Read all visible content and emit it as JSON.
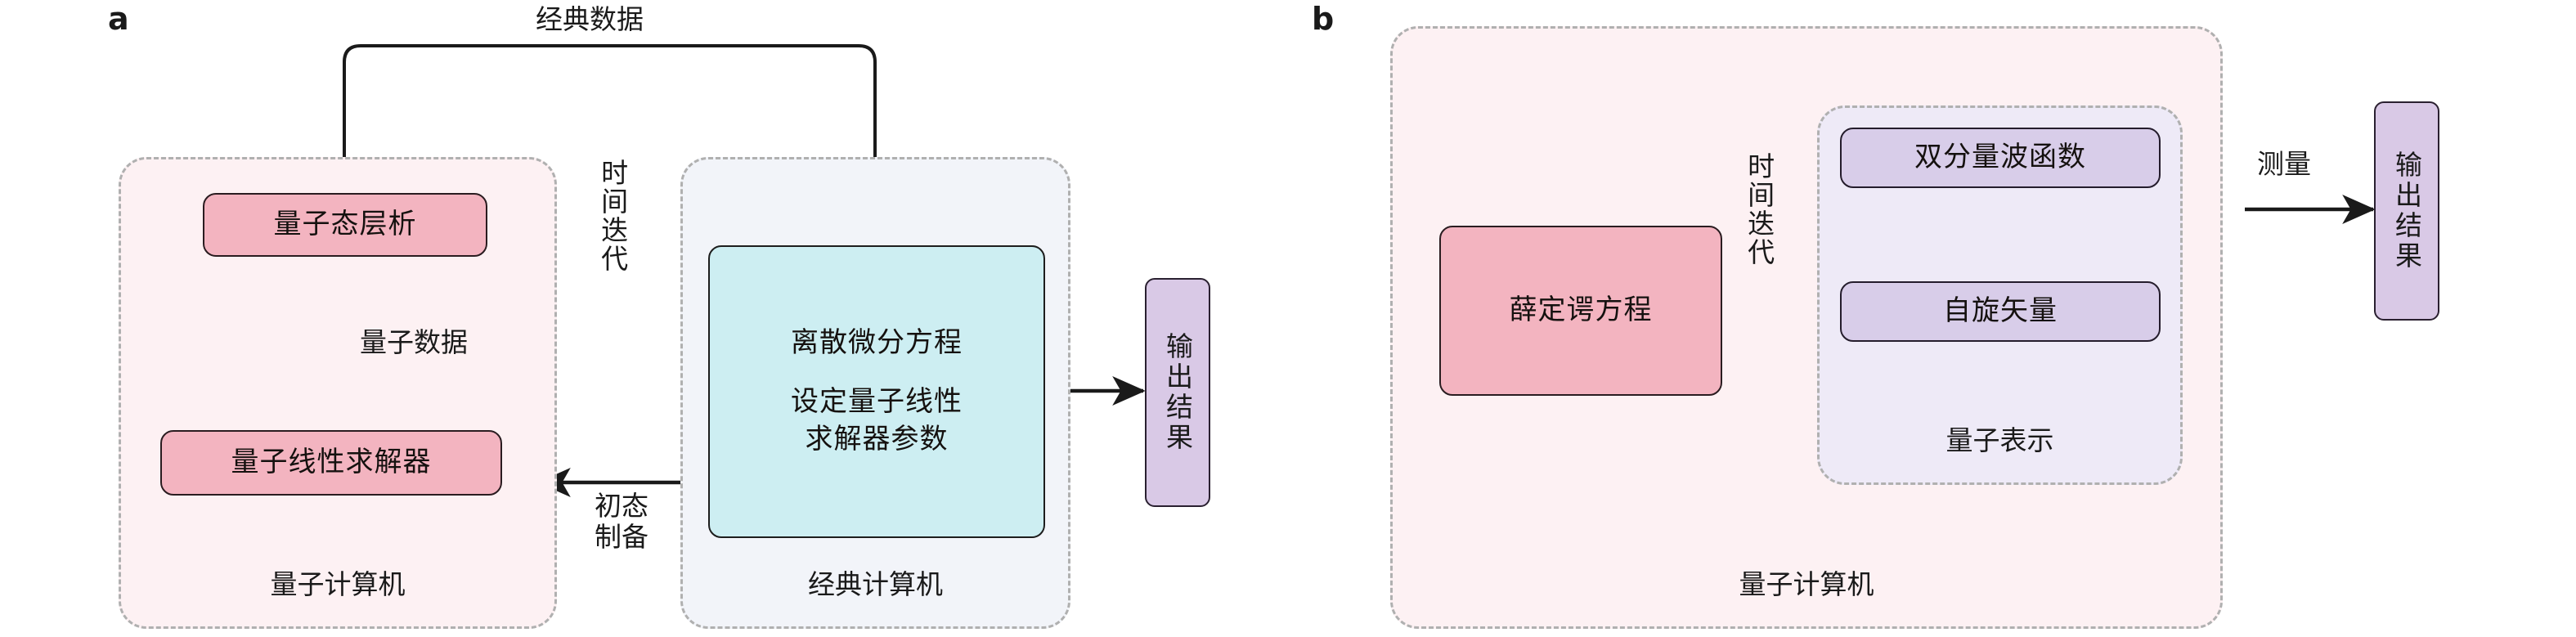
{
  "figure": {
    "panels": [
      {
        "letter": "a",
        "containers": [
          {
            "name": "quantum-computer",
            "label": "量子计算机"
          },
          {
            "name": "classical-computer",
            "label": "经典计算机"
          }
        ],
        "nodes": [
          {
            "name": "quantum-state-tomography",
            "label": "量子态层析",
            "color": "#f3b4c0"
          },
          {
            "name": "quantum-linear-solver",
            "label": "量子线性求解器",
            "color": "#f3b4c0"
          },
          {
            "name": "discretize-and-configure",
            "line1": "离散微分方程",
            "line2": "设定量子线性",
            "line3": "求解器参数",
            "color": "#cdeef2"
          },
          {
            "name": "output-result",
            "label": "输出结果",
            "color": "#d9c9e6"
          }
        ],
        "edge_labels": [
          {
            "name": "classical-data",
            "text": "经典数据"
          },
          {
            "name": "quantum-data",
            "text": "量子数据"
          },
          {
            "name": "time-iteration",
            "text": "时间迭代"
          },
          {
            "name": "initial-state-preparation",
            "line1": "初态",
            "line2": "制备"
          }
        ]
      },
      {
        "letter": "b",
        "containers": [
          {
            "name": "quantum-computer",
            "label": "量子计算机"
          },
          {
            "name": "quantum-representation",
            "label": "量子表示"
          }
        ],
        "nodes": [
          {
            "name": "schrodinger-equation",
            "label": "薛定谔方程",
            "color": "#f3b4c0"
          },
          {
            "name": "two-component-wavefunction",
            "label": "双分量波函数",
            "color": "#d8cde9"
          },
          {
            "name": "spin-vector",
            "label": "自旋矢量",
            "color": "#d8cde9"
          },
          {
            "name": "output-result",
            "label": "输出结果",
            "color": "#d9c9e6"
          }
        ],
        "edge_labels": [
          {
            "name": "time-iteration",
            "text": "时间迭代"
          },
          {
            "name": "measurement",
            "text": "测量"
          }
        ]
      }
    ],
    "colors": {
      "pink_node": "#f3b4c0",
      "cyan_node": "#cdeef2",
      "purple_node": "#d8cde9",
      "purple_output": "#d9c9e6",
      "dashed_border": "#b0b0b0",
      "pink_panel": "#fdf1f3",
      "blue_panel": "#f2f4f9",
      "lavender_panel": "#eeeaf7",
      "wire": "#1a1a1a"
    }
  }
}
